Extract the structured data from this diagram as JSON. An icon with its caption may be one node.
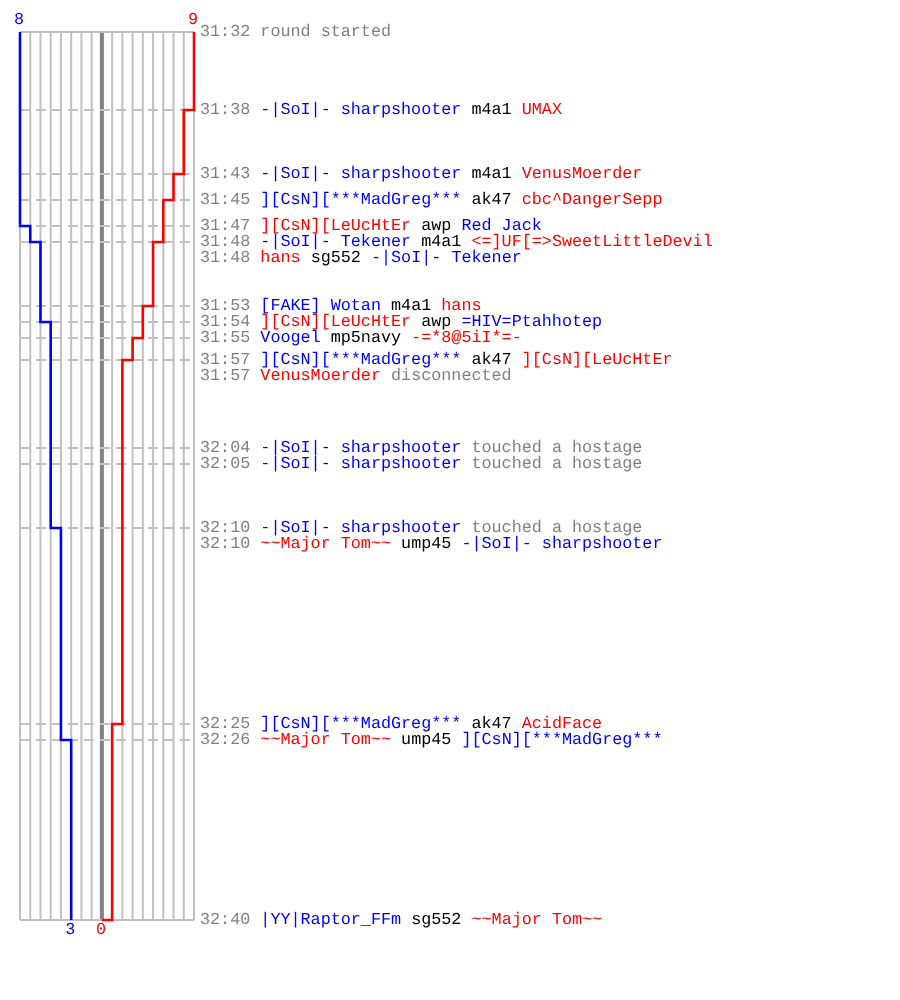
{
  "diagram": {
    "labels": [
      "8",
      "9",
      "31:32",
      "round started",
      "31:38",
      "-|SoI|- sharpshooter",
      "m4a1",
      "UMAX",
      "31:43",
      "-|SoI|- sharpshooter",
      "m4a1",
      "VenusMoerder",
      "31:45",
      "][CsN][***MadGreg***",
      "ak47",
      "cbc^DangerSepp",
      "31:47",
      "][CsN][LeUcHtEr",
      "awp",
      "Red Jack",
      "31:48",
      "-|SoI|- Tekener",
      "m4a1",
      "<=]UF[=>SweetLittleDevil",
      "31:48",
      "hans",
      "sg552",
      "-|SoI|- Tekener",
      "31:53",
      "[FAKE] Wotan",
      "m4a1",
      "hans",
      "31:54",
      "][CsN][LeUcHtEr",
      "awp",
      "=HIV=Ptahhotep",
      "31:55",
      "Voogel",
      "mp5navy",
      "-=*8@5iI*=-",
      "31:57",
      "][CsN][***MadGreg***",
      "ak47",
      "][CsN][LeUcHtEr",
      "31:57",
      "VenusMoerder",
      "disconnected",
      "32:04",
      "-|SoI|- sharpshooter",
      "touched a hostage",
      "32:05",
      "-|SoI|- sharpshooter",
      "touched a hostage",
      "32:10",
      "-|SoI|- sharpshooter",
      "touched a hostage",
      "32:10",
      "~~Major Tom~~",
      "ump45",
      "-|SoI|- sharpshooter",
      "32:25",
      "][CsN][***MadGreg***",
      "ak47",
      "AcidFace",
      "32:26",
      "~~Major Tom~~",
      "ump45",
      "][CsN][***MadGreg***",
      "32:40",
      "|YY|Raptor_FFm",
      "sg552",
      "~~Major Tom~~",
      "3",
      "0"
    ]
  }
}
